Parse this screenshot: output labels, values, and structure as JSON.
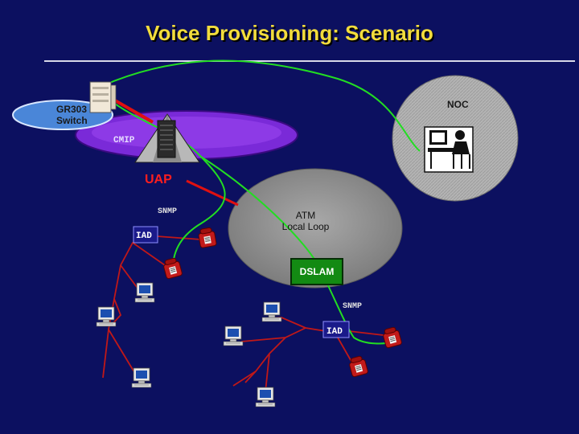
{
  "slide": {
    "title": "Voice Provisioning: Scenario"
  },
  "labels": {
    "gr303_line1": "GR303",
    "gr303_line2": "Switch",
    "noc": "NOC",
    "cmip": "CMIP",
    "uap": "UAP",
    "snmp_top": "SNMP",
    "iad_top": "IAD",
    "atm_line1": "ATM",
    "atm_line2": "Local Loop",
    "dslam": "DSLAM",
    "snmp_bottom": "SNMP",
    "iad_bottom": "IAD"
  },
  "colors": {
    "background": "#0c1060",
    "title": "#f2dc3c",
    "voice_path": "#22dd22",
    "link_red": "#e01010",
    "net_lines": "#c01818",
    "cmip_ring": "#7a2ad8",
    "gr303_ellipse": "#4a86d8",
    "atm_cloud": "#9a9a9a",
    "noc_circle": "#b0b0b0",
    "dslam_box": "#138a13",
    "iad_box": "#1a1a8a"
  },
  "icons": [
    "server-icon",
    "uap-pyramid-icon",
    "noc-operator-icon",
    "telephone-icon",
    "workstation-icon"
  ]
}
